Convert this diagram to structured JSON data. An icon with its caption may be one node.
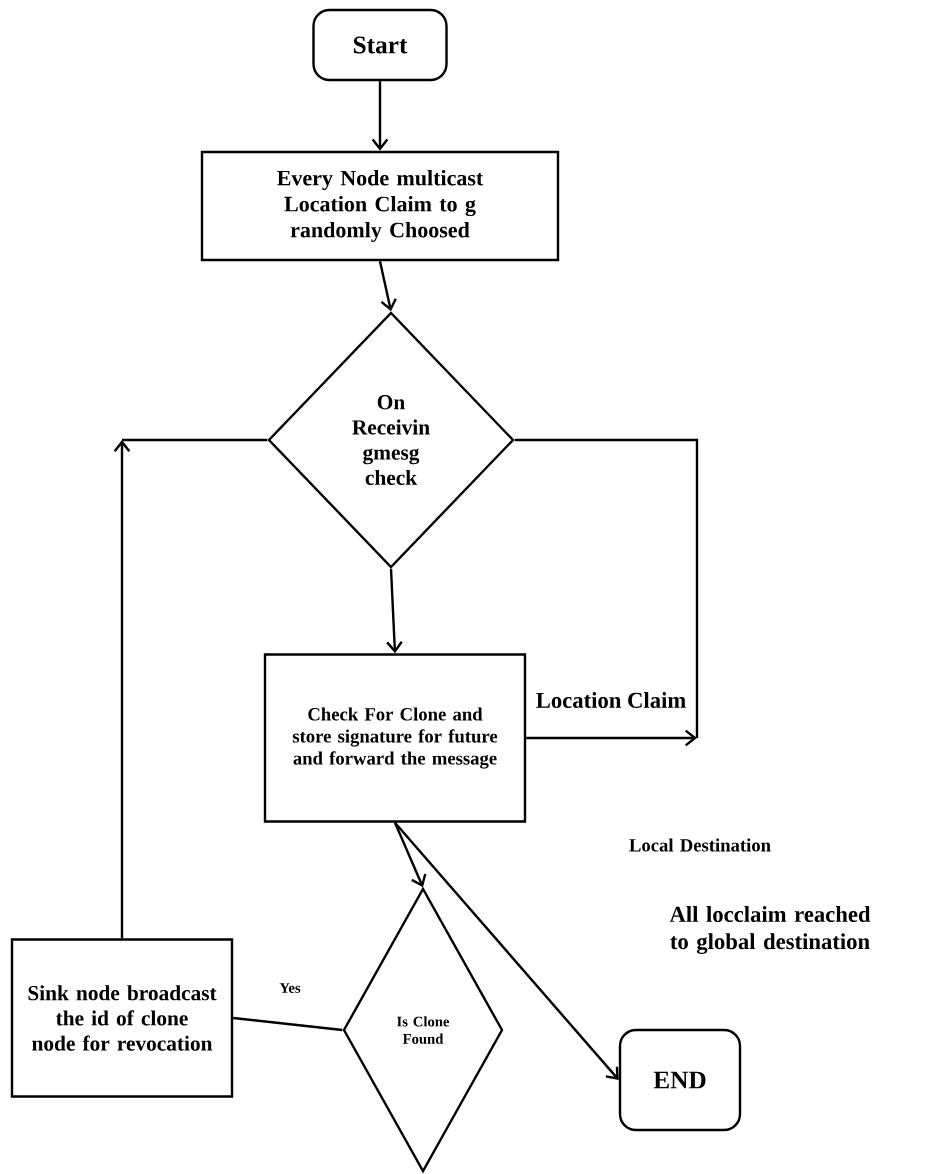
{
  "diagram": {
    "nodes": [
      {
        "text": [
          "Start"
        ]
      },
      {
        "text": [
          "Every Node multicast Location Claim to g randomly Choosed"
        ]
      },
      {
        "text": [
          "On Receivin gmesg check"
        ]
      },
      {
        "text": [
          "Check For Clone and store signature for future and forward the message"
        ]
      },
      {
        "text": [
          "Is Clone Found"
        ]
      },
      {
        "text": [
          "Sink node broadcast the id of clone node for revocation"
        ]
      },
      {
        "text": [
          "END"
        ]
      }
    ],
    "edges": [
      {
        "from": 0,
        "to": 1,
        "arrow": "to"
      },
      {
        "from": 1,
        "to": 2,
        "arrow": "to"
      },
      {
        "from": 2,
        "to": 3,
        "arrow": "to"
      },
      {
        "from": 3,
        "to": null,
        "arrow": "to",
        "label": "Location Claim"
      },
      {
        "from": 2,
        "to": null,
        "arrow": "none"
      },
      {
        "from": 5,
        "to": null,
        "arrow": "to"
      },
      {
        "from": 2,
        "to": null,
        "arrow": "none"
      },
      {
        "from": 3,
        "to": 4,
        "arrow": "to"
      },
      {
        "from": 3,
        "to": 6,
        "arrow": "to"
      },
      {
        "from": 4,
        "to": 5,
        "arrow": "none",
        "label": "Yes"
      }
    ],
    "labels": [
      "Local Destination",
      "All locclaim reached to global destination"
    ]
  }
}
